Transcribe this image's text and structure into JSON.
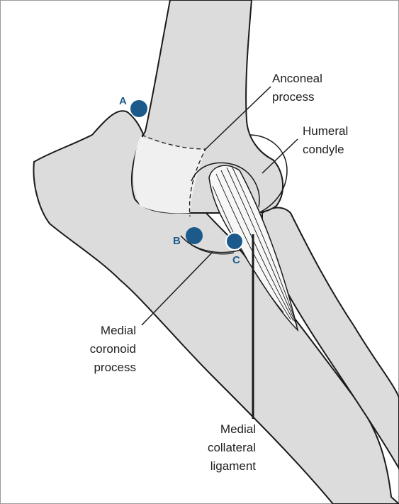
{
  "labels": {
    "anconeal_line1": "Anconeal",
    "anconeal_line2": "process",
    "humeral_line1": "Humeral",
    "humeral_line2": "condyle",
    "coronoid_line1": "Medial",
    "coronoid_line2": "coronoid",
    "coronoid_line3": "process",
    "ligament_line1": "Medial",
    "ligament_line2": "collateral",
    "ligament_line3": "ligament"
  },
  "markers": [
    {
      "letter": "A"
    },
    {
      "letter": "B"
    },
    {
      "letter": "C"
    }
  ],
  "colors": {
    "bone": "#dcdcdc",
    "cartilage": "#f0f0f0",
    "marker": "#1b5a8a",
    "outline": "#1a1a1a"
  }
}
